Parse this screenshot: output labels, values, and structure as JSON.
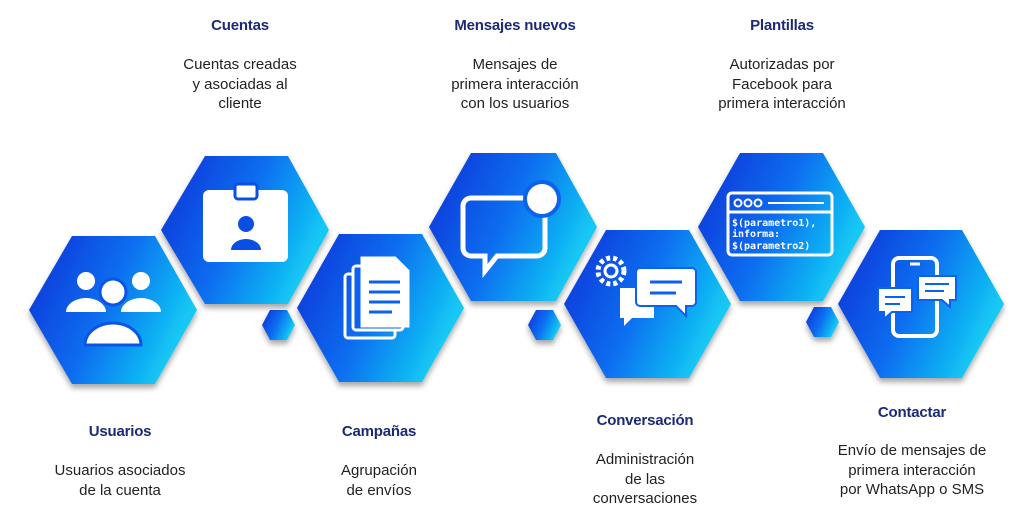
{
  "steps": [
    {
      "title": "Usuarios",
      "desc": "Usuarios asociados\nde la cuenta",
      "icon": "users-icon"
    },
    {
      "title": "Cuentas",
      "desc": "Cuentas creadas\ny asociadas al\ncliente",
      "icon": "id-badge-icon"
    },
    {
      "title": "Campañas",
      "desc": "Agrupación\nde envíos",
      "icon": "documents-icon"
    },
    {
      "title": "Mensajes nuevos",
      "desc": "Mensajes de\nprimera interacción\ncon los usuarios",
      "icon": "chat-bubble-notification-icon"
    },
    {
      "title": "Conversación",
      "desc": "Administración\nde las\nconversaciones",
      "icon": "chat-gear-icon"
    },
    {
      "title": "Plantillas",
      "desc": "Autorizadas por\nFacebook para\nprimera interacción",
      "icon": "template-window-icon"
    },
    {
      "title": "Contactar",
      "desc": "Envío de mensajes de\nprimera interacción\npor WhatsApp o SMS",
      "icon": "phone-messages-icon"
    }
  ],
  "template_icon": {
    "line1": "$(parametro1),",
    "line2": "informa:",
    "line3": "$(parametro2)"
  },
  "colors": {
    "title": "#1b2a78",
    "hex_dark": "#0b2fd6",
    "hex_mid": "#0a6ef0",
    "hex_light": "#13c8f4"
  }
}
